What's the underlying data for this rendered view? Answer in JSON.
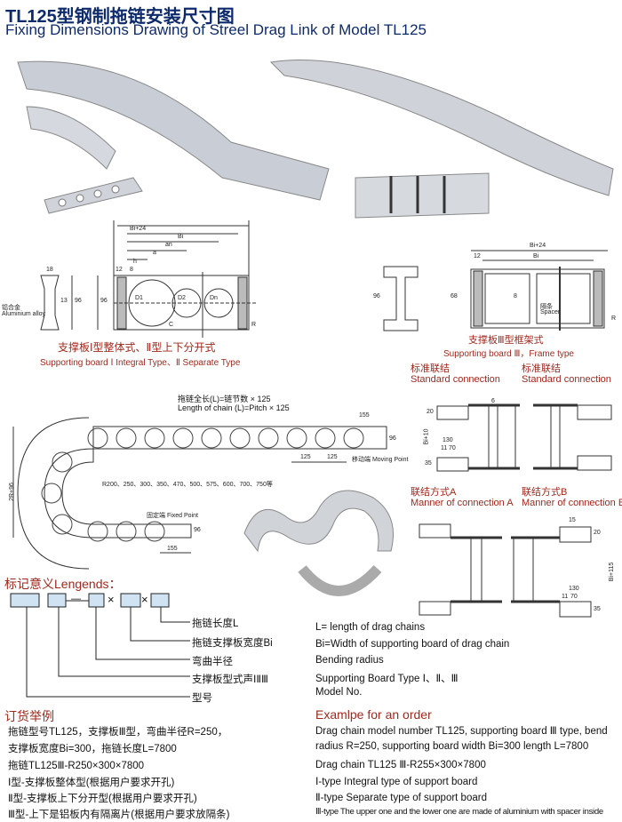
{
  "title": {
    "zh": "TL125型钢制拖链安装尺寸图",
    "en": "Fixing Dimensions Drawing of Streel Drag Link of Model TL125"
  },
  "board12": {
    "zh": "支撑板Ⅰ型整体式、Ⅱ型上下分开式",
    "en": "Supporting board Ⅰ Integral Type、Ⅱ Separate Type",
    "dims": {
      "w1": "Bi+24",
      "w2": "Bi",
      "w3": "an",
      "w4": "a",
      "w5": "h",
      "w6": "8",
      "w7": "12",
      "w8": "18",
      "h1": "96",
      "h2": "13",
      "d1": "D1",
      "d2": "D2",
      "dn": "Dn",
      "c": "C",
      "r": "R",
      "alloy_zh": "铝合金",
      "alloy_en": "Aluminium alloy"
    }
  },
  "board3": {
    "zh": "支撑板Ⅲ型框架式",
    "en": "Supporting board Ⅲ，Frame type",
    "dims": {
      "w1": "Bi+24",
      "w2": "Bi",
      "w3": "12",
      "h1": "96",
      "h2": "68",
      "s": "8",
      "spacer_zh": "隔条",
      "spacer_en": "Spacer",
      "r": "R"
    }
  },
  "standard": [
    {
      "zh": "标准联结",
      "en": "Standard connection"
    },
    {
      "zh": "标准联结",
      "en": "Standard connection"
    }
  ],
  "chain": {
    "len_zh": "拖链全长(L)=链节数 × 125",
    "len_en": "Length of chain (L)=Pitch × 125",
    "radii": "R200、250、300、350、470、500、575、600、700、750等",
    "moving": "移动端 Moving Point",
    "fixed": "固定端 Fixed Point",
    "h": "2R+96",
    "p1": "125",
    "p2": "125",
    "d155a": "155",
    "d155b": "155",
    "d96a": "96",
    "d96b": "96"
  },
  "connections": [
    {
      "zh": "联结方式A",
      "en": "Manner of connection A"
    },
    {
      "zh": "联结方式B",
      "en": "Manner of connection B"
    }
  ],
  "conn_dims": {
    "a": "Bi+10",
    "b": "Bi+115",
    "w130": "130",
    "w11": "11",
    "w70": "70",
    "h35": "35",
    "h20": "20",
    "d15": "15",
    "d6": "6"
  },
  "legends": {
    "title": "标记意义Lengends：",
    "items": [
      {
        "zh": "拖链长度L",
        "en": "L= length of drag chains"
      },
      {
        "zh": "拖链支撑板宽度Bi",
        "en": "Bi=Width of supporting board of drag chain"
      },
      {
        "zh": "弯曲半径",
        "en": "Bending radius"
      },
      {
        "zh": "支撑板型式声ⅠⅡⅢ",
        "en": "Supporting Board Type Ⅰ、Ⅱ、Ⅲ"
      },
      {
        "zh": "型号",
        "en": "Model No."
      }
    ],
    "sep": [
      "—",
      "×",
      "×"
    ]
  },
  "order": {
    "title_zh": "订货举例",
    "title_en": "Examlpe for an order",
    "zh": [
      "拖链型号TL125，支撑板Ⅲ型，弯曲半径R=250，",
      "支撑板宽度Bi=300，拖链长度L=7800",
      "拖链TL125Ⅲ-R250×300×7800",
      "Ⅰ型-支撑板整体型(根据用户要求开孔)",
      "Ⅱ型-支撑板上下分开型(根据用户要求开孔)",
      "Ⅲ型-上下是铝板内有隔离片(根据用户要求放隔条)"
    ],
    "en": [
      "Drag chain model number TL125, supporting board Ⅲ type, bend",
      "radius R=250, supporting board width Bi=300 length L=7800",
      "Drag chain TL125 Ⅲ-R255×300×7800",
      "Ⅰ-type Integral type of support board",
      "Ⅱ-type Separate type of support board",
      "Ⅲ-type The upper one and the lower one are made of aluminium with spacer inside"
    ]
  },
  "colors": {
    "title": "#0d2a6b",
    "caption": "#a0291c"
  }
}
